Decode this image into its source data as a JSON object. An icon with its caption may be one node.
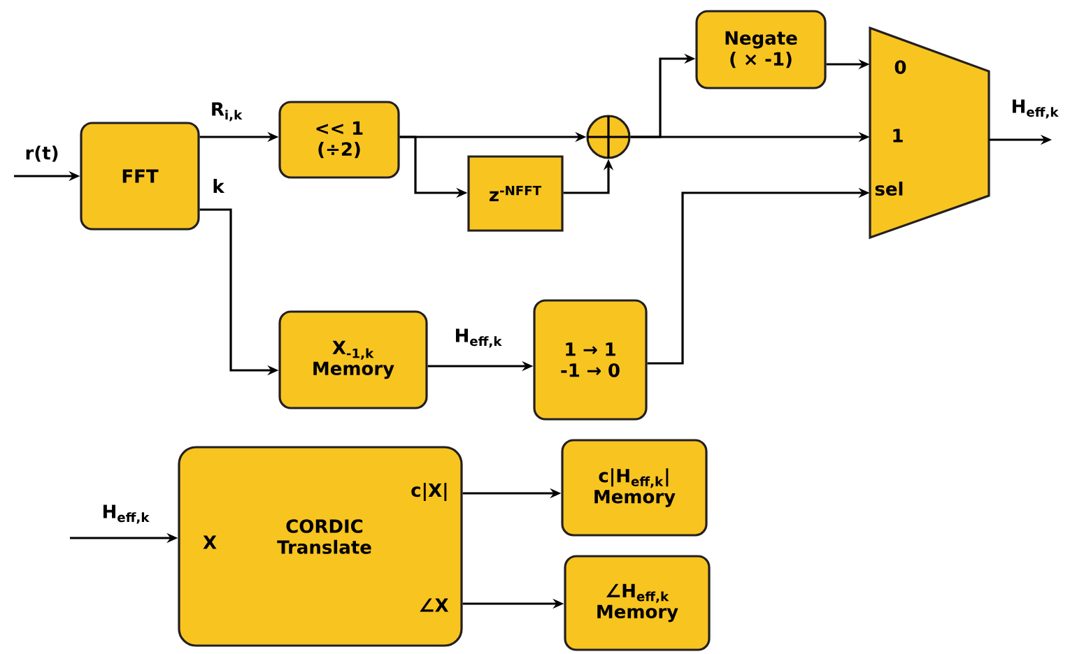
{
  "diagram": {
    "nodes": [
      {
        "text": [
          "FFT"
        ]
      },
      {
        "text": [
          "<< 1 (÷2)"
        ]
      },
      {
        "text": [
          "z$^{-NFFT}$"
        ]
      },
      {
        "text": [],
        "shape": "circle"
      },
      {
        "text": [
          "Negate ( × -1)"
        ]
      },
      {
        "text": [
          "0",
          "1",
          "sel"
        ]
      },
      {
        "text": [
          "X$_{-1,k}$ Memory"
        ]
      },
      {
        "text": [
          "1 → 1 -1 → 0"
        ]
      },
      {
        "text": [
          "X",
          "CORDIC Translate",
          "c|X|",
          "∠X"
        ]
      },
      {
        "text": [
          "c|H$_{eff,k}$| Memory"
        ]
      },
      {
        "text": [
          "∠H$_{eff,k}$ Memory"
        ]
      }
    ],
    "edges": [
      {
        "from": null,
        "to": 0,
        "arrow": "to",
        "label": "r(t)"
      },
      {
        "from": 0,
        "to": 1,
        "arrow": "to",
        "label": "R$_{i,k}$"
      },
      {
        "from": 1,
        "to": 3,
        "arrow": "to"
      },
      {
        "from": 1,
        "to": 2,
        "arrow": "to"
      },
      {
        "from": 2,
        "to": 3,
        "arrow": "to"
      },
      {
        "from": 3,
        "to": 4,
        "arrow": "to"
      },
      {
        "from": 3,
        "to": 5,
        "arrow": "to"
      },
      {
        "from": 4,
        "to": 5,
        "arrow": "to"
      },
      {
        "from": 5,
        "to": null,
        "arrow": "to",
        "label": "H$_{eff,k}$"
      },
      {
        "from": 0,
        "to": 6,
        "arrow": "to",
        "label": "k"
      },
      {
        "from": 6,
        "to": 7,
        "arrow": "to",
        "label": "H$_{eff,k}$"
      },
      {
        "from": 7,
        "to": 5,
        "arrow": "to"
      },
      {
        "from": null,
        "to": 8,
        "arrow": "to",
        "label": "H$_{eff,k}$"
      },
      {
        "from": 8,
        "to": 9,
        "arrow": "to"
      },
      {
        "from": 8,
        "to": 10,
        "arrow": "to"
      }
    ]
  }
}
